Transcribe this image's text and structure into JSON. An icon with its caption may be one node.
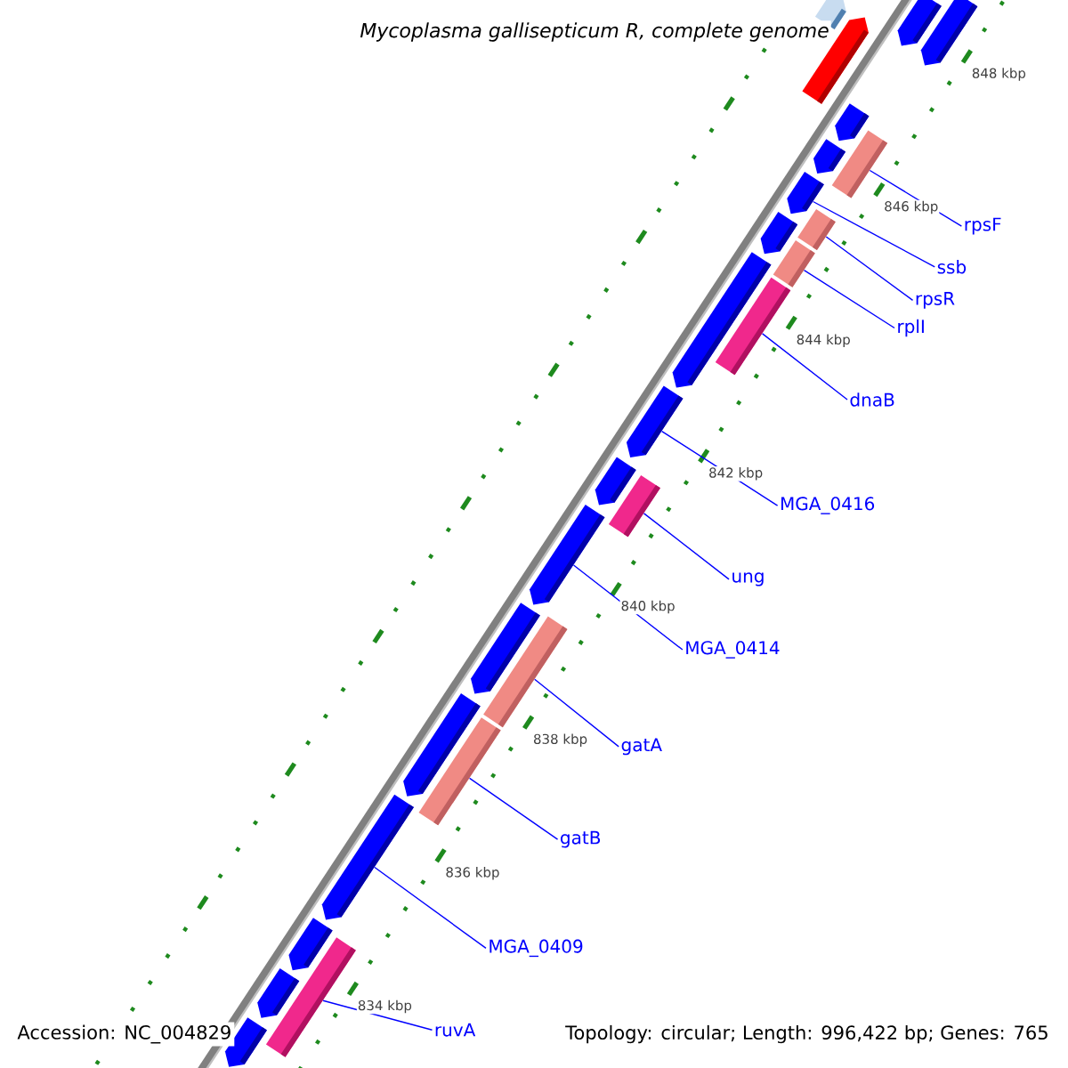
{
  "diagram": {
    "title": "Mycoplasma gallisepticum R, complete genome",
    "nodes": [
      {
        "text": [
          "rpsF"
        ]
      },
      {
        "text": [
          "ssb"
        ]
      },
      {
        "text": [
          "rpsR"
        ]
      },
      {
        "text": [
          "rplI"
        ]
      },
      {
        "text": [
          "dnaB"
        ]
      },
      {
        "text": [
          "MGA_0416"
        ]
      },
      {
        "text": [
          "ung"
        ]
      },
      {
        "text": [
          "MGA_0414"
        ]
      },
      {
        "text": [
          "gatA"
        ]
      },
      {
        "text": [
          "gatB"
        ]
      },
      {
        "text": [
          "MGA_0409"
        ]
      },
      {
        "text": [
          "ruvA"
        ]
      },
      {
        "text": [],
        "shape": "bar"
      },
      {
        "text": [],
        "shape": "arrow"
      },
      {
        "text": [],
        "shape": "bar"
      },
      {
        "text": [],
        "shape": "bar"
      },
      {
        "text": [],
        "shape": "bar"
      },
      {
        "text": [],
        "shape": "arrow"
      },
      {
        "text": [],
        "shape": "bar"
      },
      {
        "text": [],
        "shape": "arrow"
      },
      {
        "text": [],
        "shape": "bar"
      },
      {
        "text": [],
        "shape": "bar"
      },
      {
        "text": [],
        "shape": "arrow"
      },
      {
        "text": [],
        "shape": "bar"
      },
      {
        "text": [],
        "shape": "arrow"
      },
      {
        "text": [],
        "shape": "arrow"
      },
      {
        "text": [],
        "shape": "arrow"
      },
      {
        "text": [],
        "shape": "arrow"
      },
      {
        "text": [],
        "shape": "arrow"
      },
      {
        "text": [],
        "shape": "arrow"
      },
      {
        "text": [],
        "shape": "arrow"
      },
      {
        "text": [],
        "shape": "arrow"
      },
      {
        "text": [],
        "shape": "arrow"
      },
      {
        "text": [],
        "shape": "arrow"
      },
      {
        "text": [],
        "shape": "arrow"
      },
      {
        "text": [],
        "shape": "arrow"
      },
      {
        "text": [],
        "shape": "arrow"
      },
      {
        "text": [],
        "shape": "arrow"
      }
    ],
    "edges": [
      {
        "from": 0,
        "to": 12,
        "arrow": "none"
      },
      {
        "from": 1,
        "to": 13,
        "arrow": "none"
      },
      {
        "from": 2,
        "to": 14,
        "arrow": "none"
      },
      {
        "from": 3,
        "to": 15,
        "arrow": "none"
      },
      {
        "from": 4,
        "to": 16,
        "arrow": "none"
      },
      {
        "from": 5,
        "to": 17,
        "arrow": "none"
      },
      {
        "from": 6,
        "to": 18,
        "arrow": "none"
      },
      {
        "from": 7,
        "to": 19,
        "arrow": "none"
      },
      {
        "from": 8,
        "to": 20,
        "arrow": "none"
      },
      {
        "from": 9,
        "to": 21,
        "arrow": "none"
      },
      {
        "from": 10,
        "to": 22,
        "arrow": "none"
      },
      {
        "from": 11,
        "to": 23,
        "arrow": "none"
      }
    ],
    "labels": [
      "848 kbp",
      "846 kbp",
      "844 kbp",
      "842 kbp",
      "840 kbp",
      "838 kbp",
      "836 kbp",
      "834 kbp",
      "Accession: NC_004829",
      "Topology: circular; Length: 996,422 bp; Genes: 765"
    ]
  }
}
